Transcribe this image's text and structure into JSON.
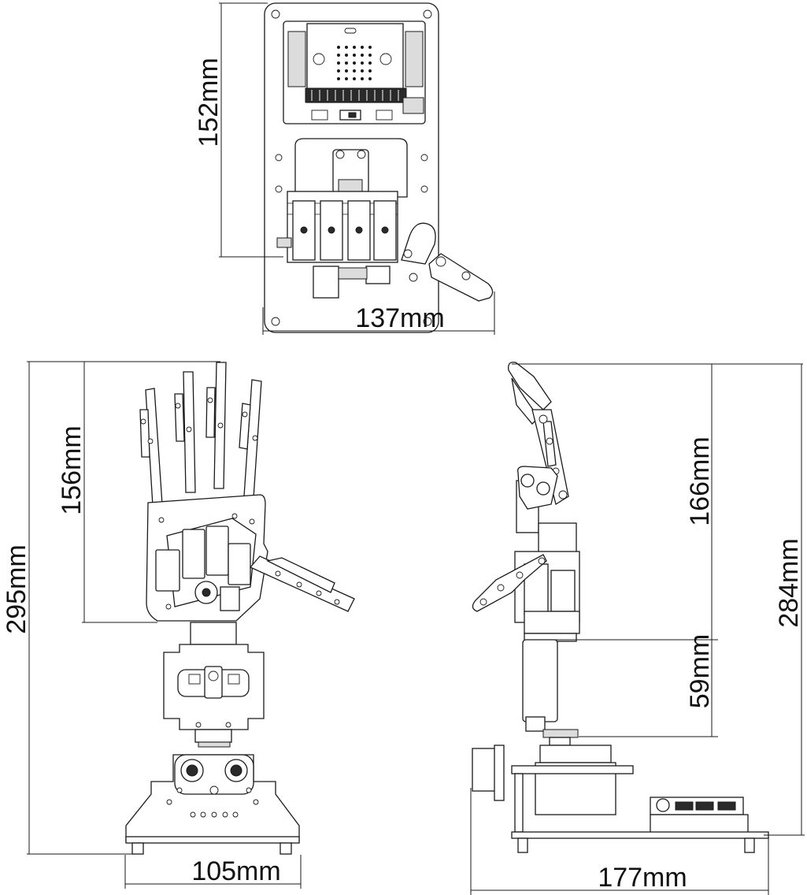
{
  "dimensions": {
    "top_height": "152mm",
    "top_width": "137mm",
    "front_total_height": "295mm",
    "front_hand_height": "156mm",
    "front_base_width": "105mm",
    "side_finger_height": "166mm",
    "side_total_height": "284mm",
    "side_wrist_height": "59mm",
    "side_base_width": "177mm"
  }
}
